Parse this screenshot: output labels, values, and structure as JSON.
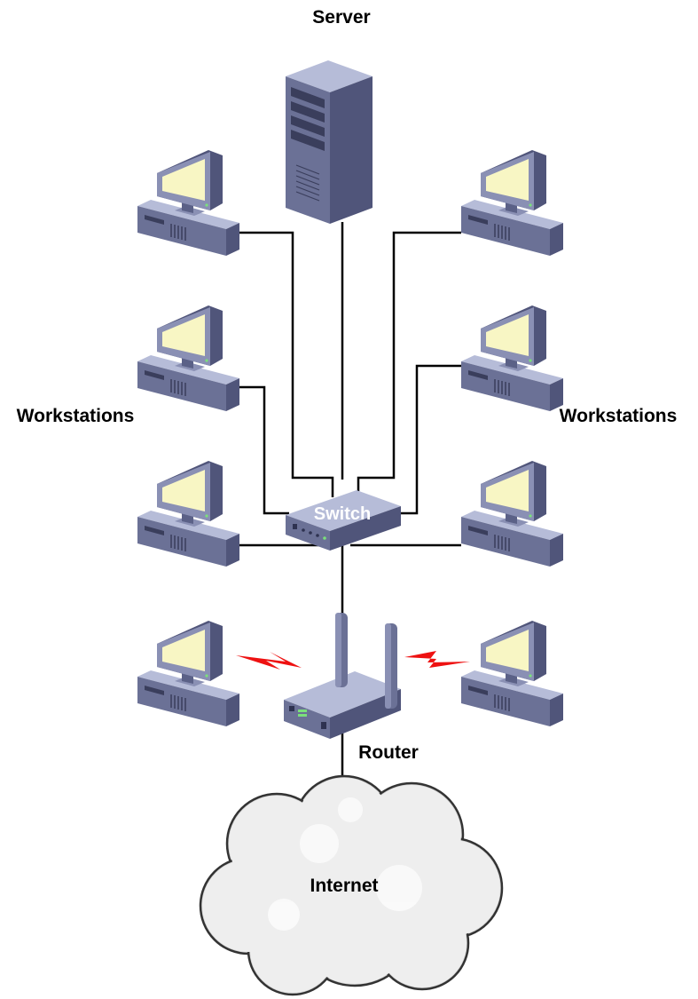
{
  "labels": {
    "server": "Server",
    "workstations_left": "Workstations",
    "workstations_right": "Workstations",
    "switch": "Switch",
    "router": "Router",
    "internet": "Internet"
  },
  "colors": {
    "device_top": "#b6bcd8",
    "device_front": "#6b7196",
    "device_side": "#50557a",
    "screen": "#f8f6c4",
    "wire": "#000000",
    "wireless": "#ee1111",
    "cloud": "#eeeeee"
  },
  "icons": {
    "server": "server-tower-icon",
    "workstation": "desktop-computer-icon",
    "switch": "network-switch-icon",
    "router": "wireless-router-icon",
    "internet": "cloud-icon",
    "wireless": "lightning-bolt-icon"
  }
}
